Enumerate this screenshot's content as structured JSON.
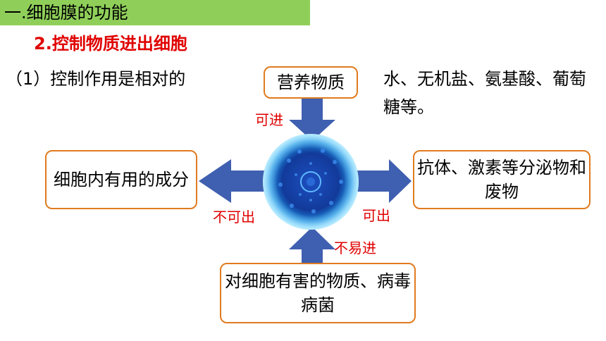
{
  "header": {
    "title": "一.细胞膜的功能"
  },
  "subtitle": "2.控制物质进出细胞",
  "point": "（1）控制作用是相对的",
  "examples": "水、无机盐、氨基酸、葡萄糖等。",
  "boxes": {
    "top": "营养物质",
    "left": "细胞内有用的成分",
    "right": "抗体、激素等分泌物和废物",
    "bottom": "对细胞有害的物质、病毒病菌"
  },
  "labels": {
    "in": "可进",
    "not_out": "不可出",
    "out": "可出",
    "hard_in": "不易进"
  },
  "colors": {
    "header_bg": "#8fcf59",
    "red_text": "#e00000",
    "box_border": "#e07b1f",
    "arrow": "#3f5fb0"
  }
}
